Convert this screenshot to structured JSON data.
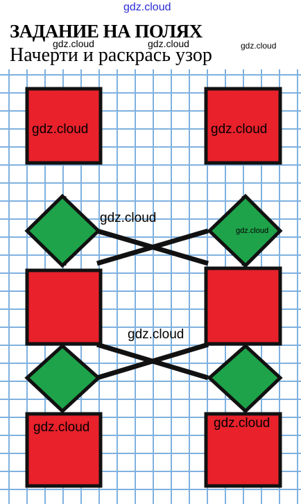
{
  "header": {
    "watermark_top": "gdz.cloud",
    "title": "ЗАДАНИЕ НА ПОЛЯХ",
    "subtitle": "Начерти и раскрась узор"
  },
  "watermarks": {
    "w1": "gdz.cloud",
    "w2": "gdz.cloud",
    "w3": "gdz.cloud",
    "w4": "gdz.cloud",
    "w5": "gdz.cloud",
    "w6": "gdz.cloud",
    "w7": "gdz.cloud",
    "w8": "gdz.cloud",
    "w9": "gdz.cloud",
    "w10": "gdz.cloud"
  },
  "colors": {
    "grid_line": "#7fb1df",
    "square_fill": "#e8212b",
    "diamond_fill": "#1ea34a",
    "outline": "#111111"
  },
  "pattern": {
    "rows": [
      "square",
      "diamond",
      "square",
      "diamond",
      "square"
    ],
    "columns": 2
  }
}
